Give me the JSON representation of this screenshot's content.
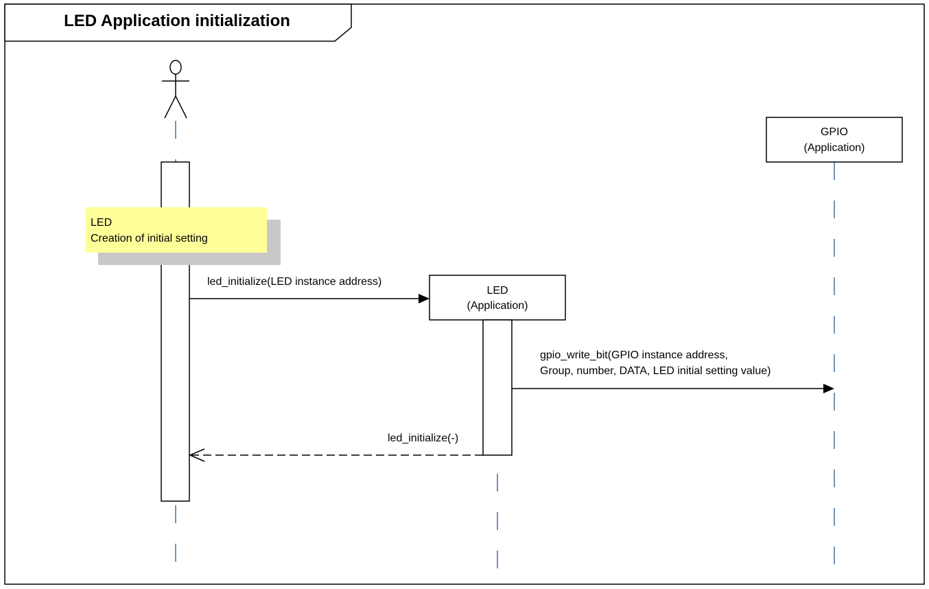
{
  "frame": {
    "title": "LED Application initialization"
  },
  "note": {
    "line1": "LED",
    "line2": "Creation of initial setting",
    "fill_color": "#ffff99",
    "shadow_color": "#c8c8c8"
  },
  "lifelines": {
    "led": {
      "line1": "LED",
      "line2": "(Application)"
    },
    "gpio": {
      "line1": "GPIO",
      "line2": "(Application)"
    }
  },
  "messages": {
    "led_initialize_call": "led_initialize(LED instance address)",
    "gpio_write_bit_line1": "gpio_write_bit(GPIO instance address,",
    "gpio_write_bit_line2": "Group, number, DATA,  LED initial setting value)",
    "led_initialize_return": "led_initialize(-)"
  },
  "colors": {
    "lifeline": "#41719c",
    "line": "#000000"
  }
}
